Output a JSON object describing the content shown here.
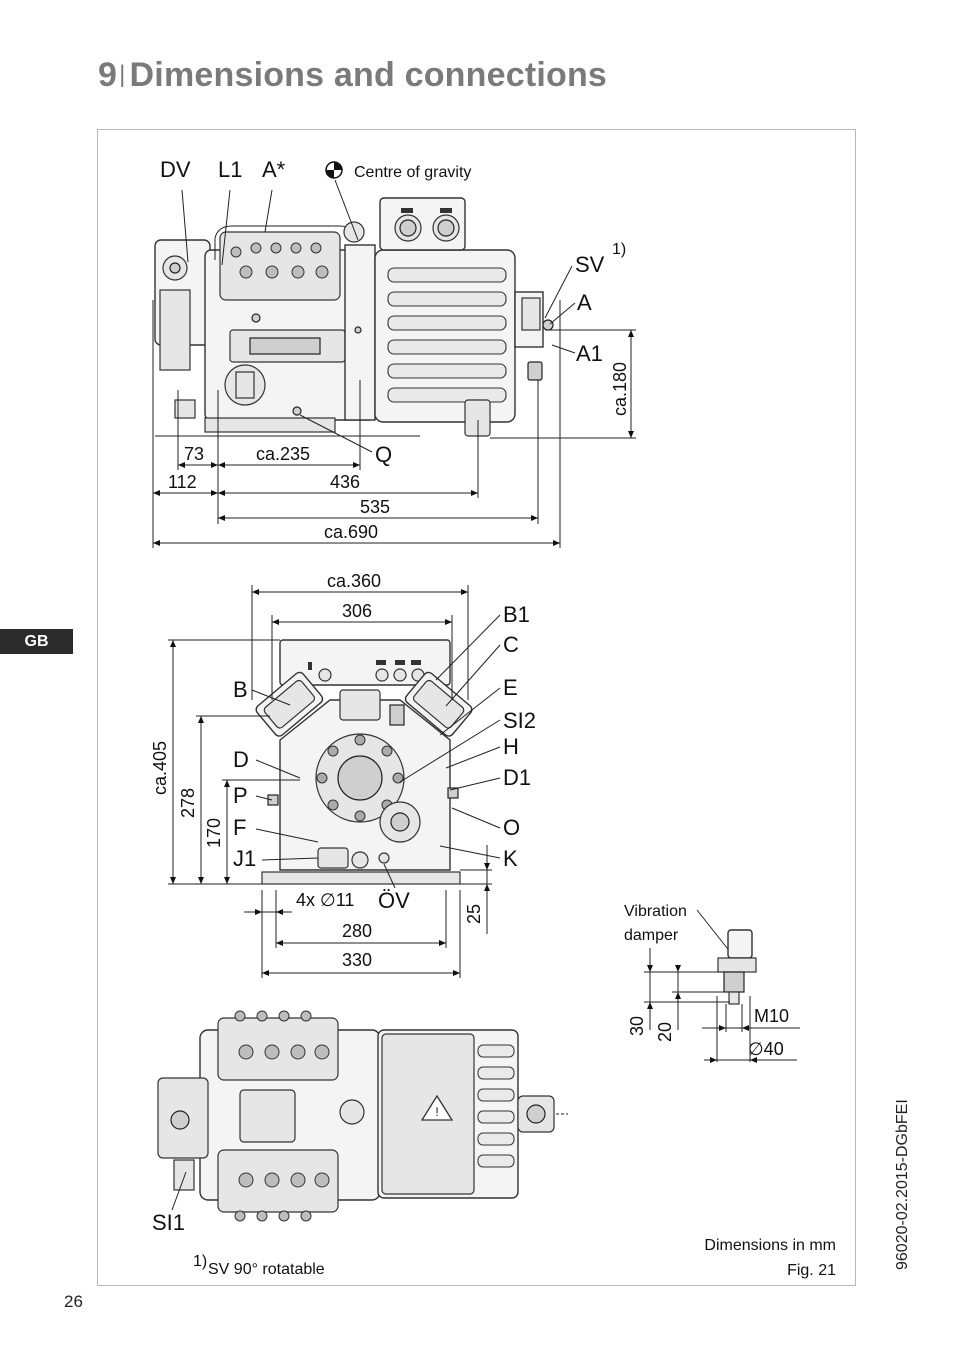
{
  "header": {
    "section_number": "9",
    "separator": "|",
    "title": "Dimensions and connections"
  },
  "language_tab": "GB",
  "page_number": "26",
  "document_code": "96020-02.2015-DGbFEI",
  "legend": {
    "centre_of_gravity": "Centre of gravity"
  },
  "view1": {
    "labels": {
      "dv": "DV",
      "l1": "L1",
      "a_star": "A*",
      "sv": "SV",
      "sv_note_mark": "1)",
      "a": "A",
      "a1": "A1",
      "q": "Q"
    },
    "dimensions": {
      "d73": "73",
      "d235": "ca.235",
      "d112": "112",
      "d436": "436",
      "d535": "535",
      "d690": "ca.690",
      "d180": "ca.180"
    }
  },
  "view2": {
    "labels": {
      "b1": "B1",
      "c": "C",
      "b": "B",
      "e": "E",
      "si2": "SI2",
      "h": "H",
      "d": "D",
      "d1": "D1",
      "p": "P",
      "f": "F",
      "o": "O",
      "j1": "J1",
      "k": "K",
      "ov": "ÖV"
    },
    "dimensions": {
      "d360": "ca.360",
      "d306": "306",
      "d405": "ca.405",
      "d278": "278",
      "d170": "170",
      "holes": "4x ∅11",
      "d25": "25",
      "d280": "280",
      "d330": "330"
    }
  },
  "damper": {
    "label_line1": "Vibration",
    "label_line2": "damper",
    "dimensions": {
      "d30": "30",
      "d20": "20",
      "m10": "M10",
      "d40": "∅40"
    }
  },
  "view3": {
    "labels": {
      "si1": "SI1"
    }
  },
  "footnote": {
    "mark": "1)",
    "text": "SV 90° rotatable"
  },
  "caption": {
    "units": "Dimensions in mm",
    "figure": "Fig. 21"
  }
}
